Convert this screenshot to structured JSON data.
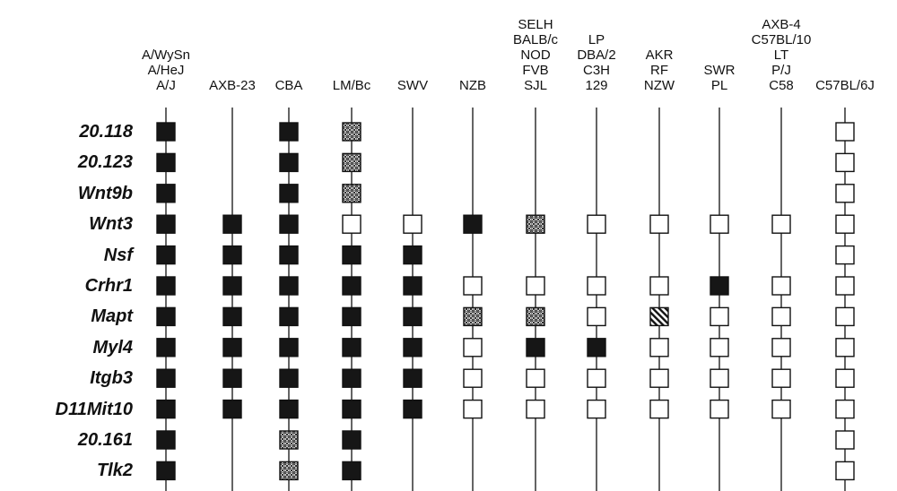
{
  "columns": [
    {
      "id": "c0",
      "labels": [
        "A/WySn",
        "A/HeJ",
        "A/J"
      ]
    },
    {
      "id": "c1",
      "labels": [
        "AXB-23"
      ]
    },
    {
      "id": "c2",
      "labels": [
        "CBA"
      ]
    },
    {
      "id": "c3",
      "labels": [
        "LM/Bc"
      ]
    },
    {
      "id": "c4",
      "labels": [
        "SWV"
      ]
    },
    {
      "id": "c5",
      "labels": [
        "NZB"
      ]
    },
    {
      "id": "c6",
      "labels": [
        "SELH",
        "BALB/c",
        "NOD",
        "FVB",
        "SJL"
      ]
    },
    {
      "id": "c7",
      "labels": [
        "LP",
        "DBA/2",
        "C3H",
        "129"
      ]
    },
    {
      "id": "c8",
      "labels": [
        "AKR",
        "RF",
        "NZW"
      ]
    },
    {
      "id": "c9",
      "labels": [
        "SWR",
        "PL"
      ]
    },
    {
      "id": "c10",
      "labels": [
        "AXB-4",
        "C57BL/10",
        "LT",
        "P/J",
        "C58"
      ]
    },
    {
      "id": "c11",
      "labels": [
        "C57BL/6J"
      ]
    }
  ],
  "rows": [
    "20.118",
    "20.123",
    "Wnt9b",
    "Wnt3",
    "Nsf",
    "Crhr1",
    "Mapt",
    "Myl4",
    "Itgb3",
    "D11Mit10",
    "20.161",
    "Tlk2"
  ],
  "legend_states": {
    "B": "black",
    "W": "white",
    "C": "checkered",
    "H": "hatched",
    "": "none"
  },
  "grid": [
    [
      "B",
      "",
      "B",
      "C",
      "",
      "",
      "",
      "",
      "",
      "",
      "",
      "W"
    ],
    [
      "B",
      "",
      "B",
      "C",
      "",
      "",
      "",
      "",
      "",
      "",
      "",
      "W"
    ],
    [
      "B",
      "",
      "B",
      "C",
      "",
      "",
      "",
      "",
      "",
      "",
      "",
      "W"
    ],
    [
      "B",
      "B",
      "B",
      "W",
      "W",
      "B",
      "C",
      "W",
      "W",
      "W",
      "W",
      "W"
    ],
    [
      "B",
      "B",
      "B",
      "B",
      "B",
      "",
      "",
      "",
      "",
      "",
      "",
      "W"
    ],
    [
      "B",
      "B",
      "B",
      "B",
      "B",
      "W",
      "W",
      "W",
      "W",
      "B",
      "W",
      "W"
    ],
    [
      "B",
      "B",
      "B",
      "B",
      "B",
      "C",
      "C",
      "W",
      "H",
      "W",
      "W",
      "W"
    ],
    [
      "B",
      "B",
      "B",
      "B",
      "B",
      "W",
      "B",
      "B",
      "W",
      "W",
      "W",
      "W"
    ],
    [
      "B",
      "B",
      "B",
      "B",
      "B",
      "W",
      "W",
      "W",
      "W",
      "W",
      "W",
      "W"
    ],
    [
      "B",
      "B",
      "B",
      "B",
      "B",
      "W",
      "W",
      "W",
      "W",
      "W",
      "W",
      "W"
    ],
    [
      "B",
      "",
      "C",
      "B",
      "",
      "",
      "",
      "",
      "",
      "",
      "",
      "W"
    ],
    [
      "B",
      "",
      "C",
      "B",
      "",
      "",
      "",
      "",
      "",
      "",
      "",
      "W"
    ]
  ],
  "colors": {
    "ink": "#111111",
    "fill_black": "#161616",
    "background": "#ffffff"
  }
}
